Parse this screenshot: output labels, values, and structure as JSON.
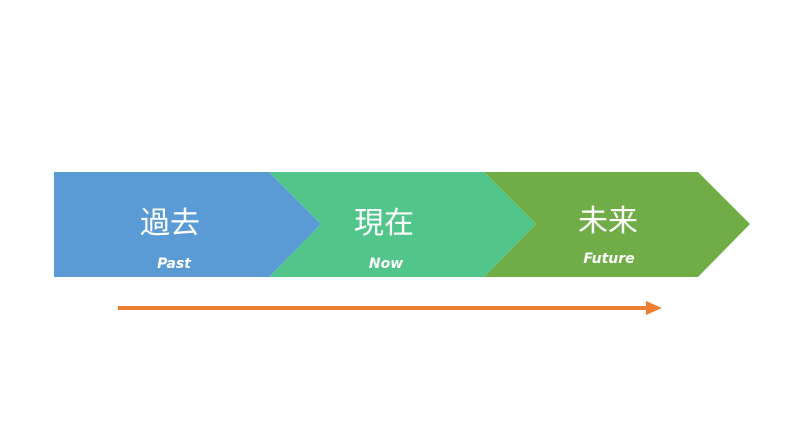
{
  "stages": [
    {
      "label": "過去",
      "sublabel": "Past",
      "color": "#5b9bd5"
    },
    {
      "label": "現在",
      "sublabel": "Now",
      "color": "#52c58b"
    },
    {
      "label": "未来",
      "sublabel": "Future",
      "color": "#70ad47"
    }
  ],
  "arrow_color": "#ed7d31"
}
